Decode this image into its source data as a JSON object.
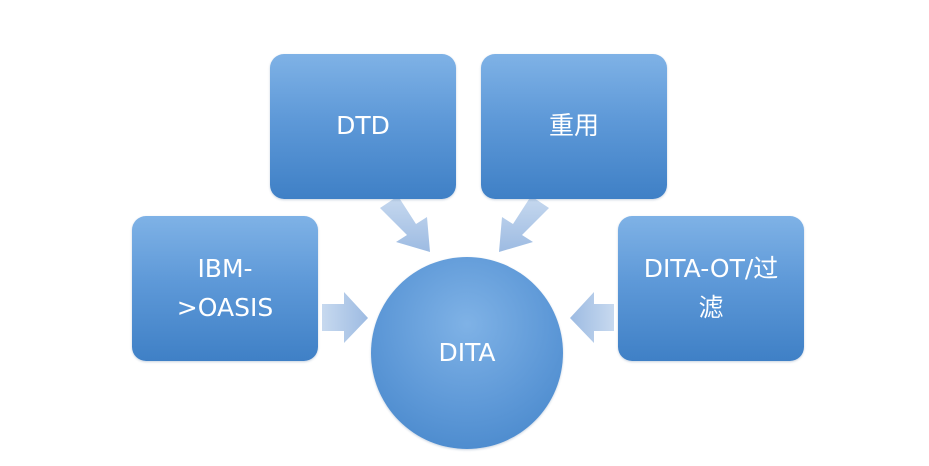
{
  "diagram": {
    "center": {
      "label": "DITA"
    },
    "nodes": {
      "dtd": {
        "label": "DTD"
      },
      "reuse": {
        "label": "重用"
      },
      "ibm": {
        "line1": "IBM-",
        "line2": ">OASIS"
      },
      "ditaot": {
        "line1": "DITA-OT/过",
        "line2": "滤"
      }
    },
    "colors": {
      "node_fill": "#5e99d8",
      "node_fill_light": "#7fb2e6",
      "arrow_fill": "#a9c4e6",
      "text": "#ffffff"
    }
  }
}
